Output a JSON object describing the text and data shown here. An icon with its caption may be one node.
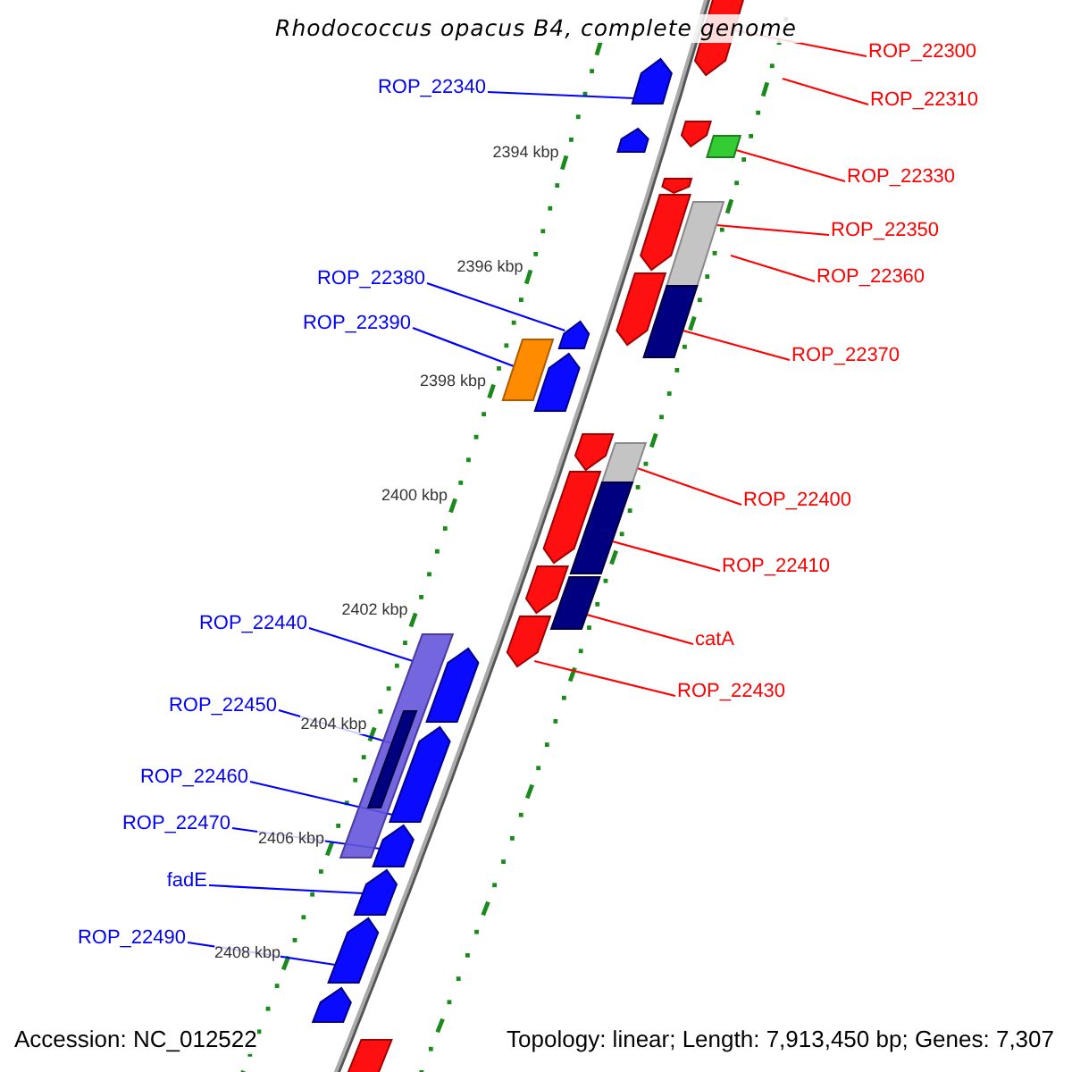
{
  "diagram": {
    "title": "Rhodococcus opacus B4, complete genome",
    "nodes": [
      {
        "text": [
          "ROP_22300"
        ]
      },
      {
        "text": [
          "ROP_22340"
        ]
      },
      {
        "text": [
          "ROP_22310"
        ]
      },
      {
        "text": [
          "ROP_22330"
        ]
      },
      {
        "text": [
          "ROP_22350"
        ]
      },
      {
        "text": [
          "ROP_22360"
        ]
      },
      {
        "text": [
          "ROP_22380"
        ]
      },
      {
        "text": [
          "ROP_22390"
        ]
      },
      {
        "text": [
          "ROP_22370"
        ]
      },
      {
        "text": [
          "ROP_22400"
        ]
      },
      {
        "text": [
          "ROP_22410"
        ]
      },
      {
        "text": [
          "ROP_22440"
        ]
      },
      {
        "text": [
          "catA"
        ]
      },
      {
        "text": [
          "ROP_22430"
        ]
      },
      {
        "text": [
          "ROP_22450"
        ]
      },
      {
        "text": [
          "ROP_22460"
        ]
      },
      {
        "text": [
          "ROP_22470"
        ]
      },
      {
        "text": [
          "fadE"
        ]
      },
      {
        "text": [
          "ROP_22490"
        ]
      },
      {
        "text": [],
        "shape": "arrow"
      },
      {
        "text": [],
        "shape": "arrow"
      },
      {
        "text": [],
        "shape": "arrow"
      },
      {
        "text": [],
        "shape": "arrow"
      },
      {
        "text": [],
        "shape": "box"
      },
      {
        "text": [],
        "shape": "arrow"
      },
      {
        "text": [],
        "shape": "arrow"
      },
      {
        "text": [],
        "shape": "box"
      },
      {
        "text": [],
        "shape": "arrow"
      },
      {
        "text": [],
        "shape": "box"
      },
      {
        "text": [],
        "shape": "arrow"
      },
      {
        "text": [],
        "shape": "box"
      },
      {
        "text": [],
        "shape": "arrow"
      },
      {
        "text": [],
        "shape": "arrow"
      },
      {
        "text": [],
        "shape": "box"
      },
      {
        "text": [],
        "shape": "arrow"
      },
      {
        "text": [],
        "shape": "box"
      },
      {
        "text": [],
        "shape": "arrow"
      },
      {
        "text": [],
        "shape": "box"
      },
      {
        "text": [],
        "shape": "arrow"
      },
      {
        "text": [],
        "shape": "box"
      },
      {
        "text": [],
        "shape": "arrow"
      },
      {
        "text": [],
        "shape": "box",
        "in": 39
      },
      {
        "text": [],
        "shape": "arrow"
      },
      {
        "text": [],
        "shape": "arrow"
      },
      {
        "text": [],
        "shape": "arrow"
      },
      {
        "text": [],
        "shape": "arrow"
      },
      {
        "text": [],
        "shape": "arrow"
      },
      {
        "text": [],
        "shape": "arrow"
      }
    ],
    "edges": [
      {
        "from": 0,
        "to": 19,
        "arrow": "none",
        "color": "#ff0000"
      },
      {
        "from": 1,
        "to": 20,
        "arrow": "none",
        "color": "#0000ff"
      },
      {
        "from": 2,
        "to": null,
        "arrow": "none",
        "color": "#ff0000"
      },
      {
        "from": 3,
        "to": 23,
        "arrow": "none",
        "color": "#ff0000"
      },
      {
        "from": 4,
        "to": 26,
        "arrow": "none",
        "color": "#ff0000"
      },
      {
        "from": 5,
        "to": null,
        "arrow": "none",
        "color": "#ff0000"
      },
      {
        "from": 6,
        "to": 29,
        "arrow": "none",
        "color": "#0000ff"
      },
      {
        "from": 7,
        "to": 30,
        "arrow": "none",
        "color": "#0000ff"
      },
      {
        "from": 8,
        "to": 28,
        "arrow": "none",
        "color": "#ff0000"
      },
      {
        "from": 9,
        "to": 33,
        "arrow": "none",
        "color": "#ff0000"
      },
      {
        "from": 10,
        "to": 35,
        "arrow": "none",
        "color": "#ff0000"
      },
      {
        "from": 11,
        "to": 39,
        "arrow": "none",
        "color": "#0000ff"
      },
      {
        "from": 12,
        "to": 37,
        "arrow": "none",
        "color": "#ff0000"
      },
      {
        "from": 13,
        "to": 38,
        "arrow": "none",
        "color": "#ff0000"
      },
      {
        "from": 14,
        "to": 41,
        "arrow": "none",
        "color": "#0000ff"
      },
      {
        "from": 15,
        "to": 42,
        "arrow": "none",
        "color": "#0000ff"
      },
      {
        "from": 16,
        "to": 43,
        "arrow": "none",
        "color": "#0000ff"
      },
      {
        "from": 17,
        "to": 44,
        "arrow": "none",
        "color": "#0000ff"
      },
      {
        "from": 18,
        "to": 45,
        "arrow": "none",
        "color": "#0000ff"
      }
    ],
    "labels": [
      "2394 kbp",
      "2396 kbp",
      "2398 kbp",
      "2400 kbp",
      "2402 kbp",
      "2404 kbp",
      "2406 kbp",
      "2408 kbp",
      "Accession: NC_012522",
      "Topology: linear; Length: 7,913,450 bp; Genes: 7,307"
    ]
  }
}
